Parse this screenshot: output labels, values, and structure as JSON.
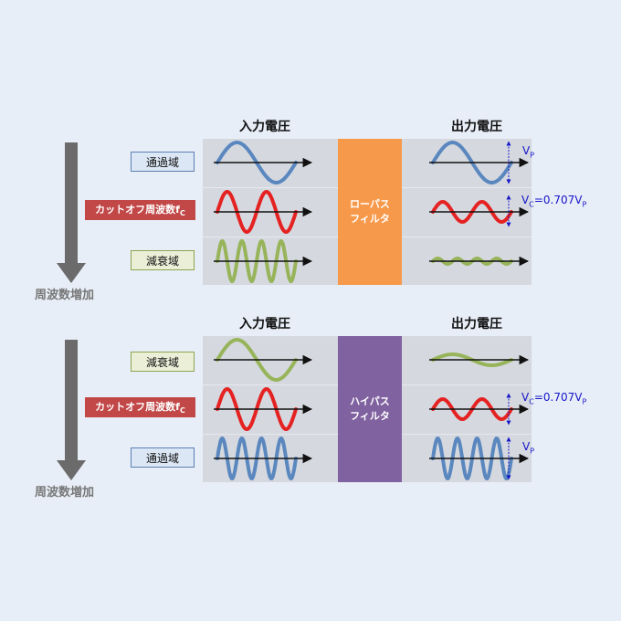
{
  "top": {
    "input_header": "入力電圧",
    "output_header": "出力電圧",
    "filter_line1": "ローパス",
    "filter_line2": "フィルタ",
    "filter_color": "#f7994a",
    "labels": [
      "通過域",
      "カットオフ周波数f",
      "減衰域"
    ],
    "cutoff_sub": "C",
    "increase_label": "周波数増加",
    "vp": {
      "main": "V",
      "sub": "P"
    },
    "vc": {
      "main": "V",
      "sub": "C",
      "eq": "=0.707V",
      "sub2": "P"
    }
  },
  "bottom": {
    "input_header": "入力電圧",
    "output_header": "出力電圧",
    "filter_line1": "ハイパス",
    "filter_line2": "フィルタ",
    "filter_color": "#8062a0",
    "labels": [
      "減衰域",
      "カットオフ周波数f",
      "通過域"
    ],
    "cutoff_sub": "C",
    "increase_label": "周波数増加",
    "vp": {
      "main": "V",
      "sub": "P"
    },
    "vc": {
      "main": "V",
      "sub": "C",
      "eq": "=0.707V",
      "sub2": "P"
    }
  },
  "colors": {
    "pass": "#5b87bf",
    "cutoff": "#e52222",
    "attenuate": "#97b45a",
    "arrow": "#6b6b6b"
  }
}
